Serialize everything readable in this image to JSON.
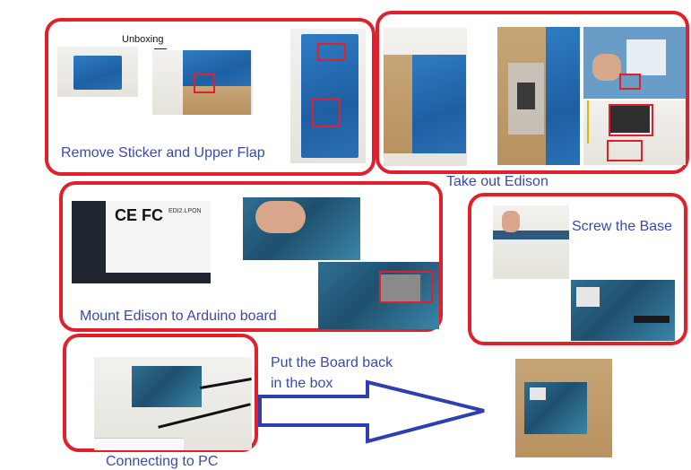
{
  "labels": {
    "unboxing": "Unboxing",
    "remove_sticker": "Remove Sticker and Upper Flap",
    "take_out": "Take out Edison",
    "screw_base": "Screw the Base",
    "mount": "Mount Edison to Arduino board",
    "connect_pc": "Connecting to PC",
    "put_back_line1": "Put the Board back",
    "put_back_line2": "in the box"
  },
  "colors": {
    "frame": "#e0202a",
    "caption": "#3b4aa8",
    "arrow_stroke": "#2f3fb0"
  },
  "chip_text": {
    "marks": "CE FC",
    "model": "EDI2.LPON"
  }
}
